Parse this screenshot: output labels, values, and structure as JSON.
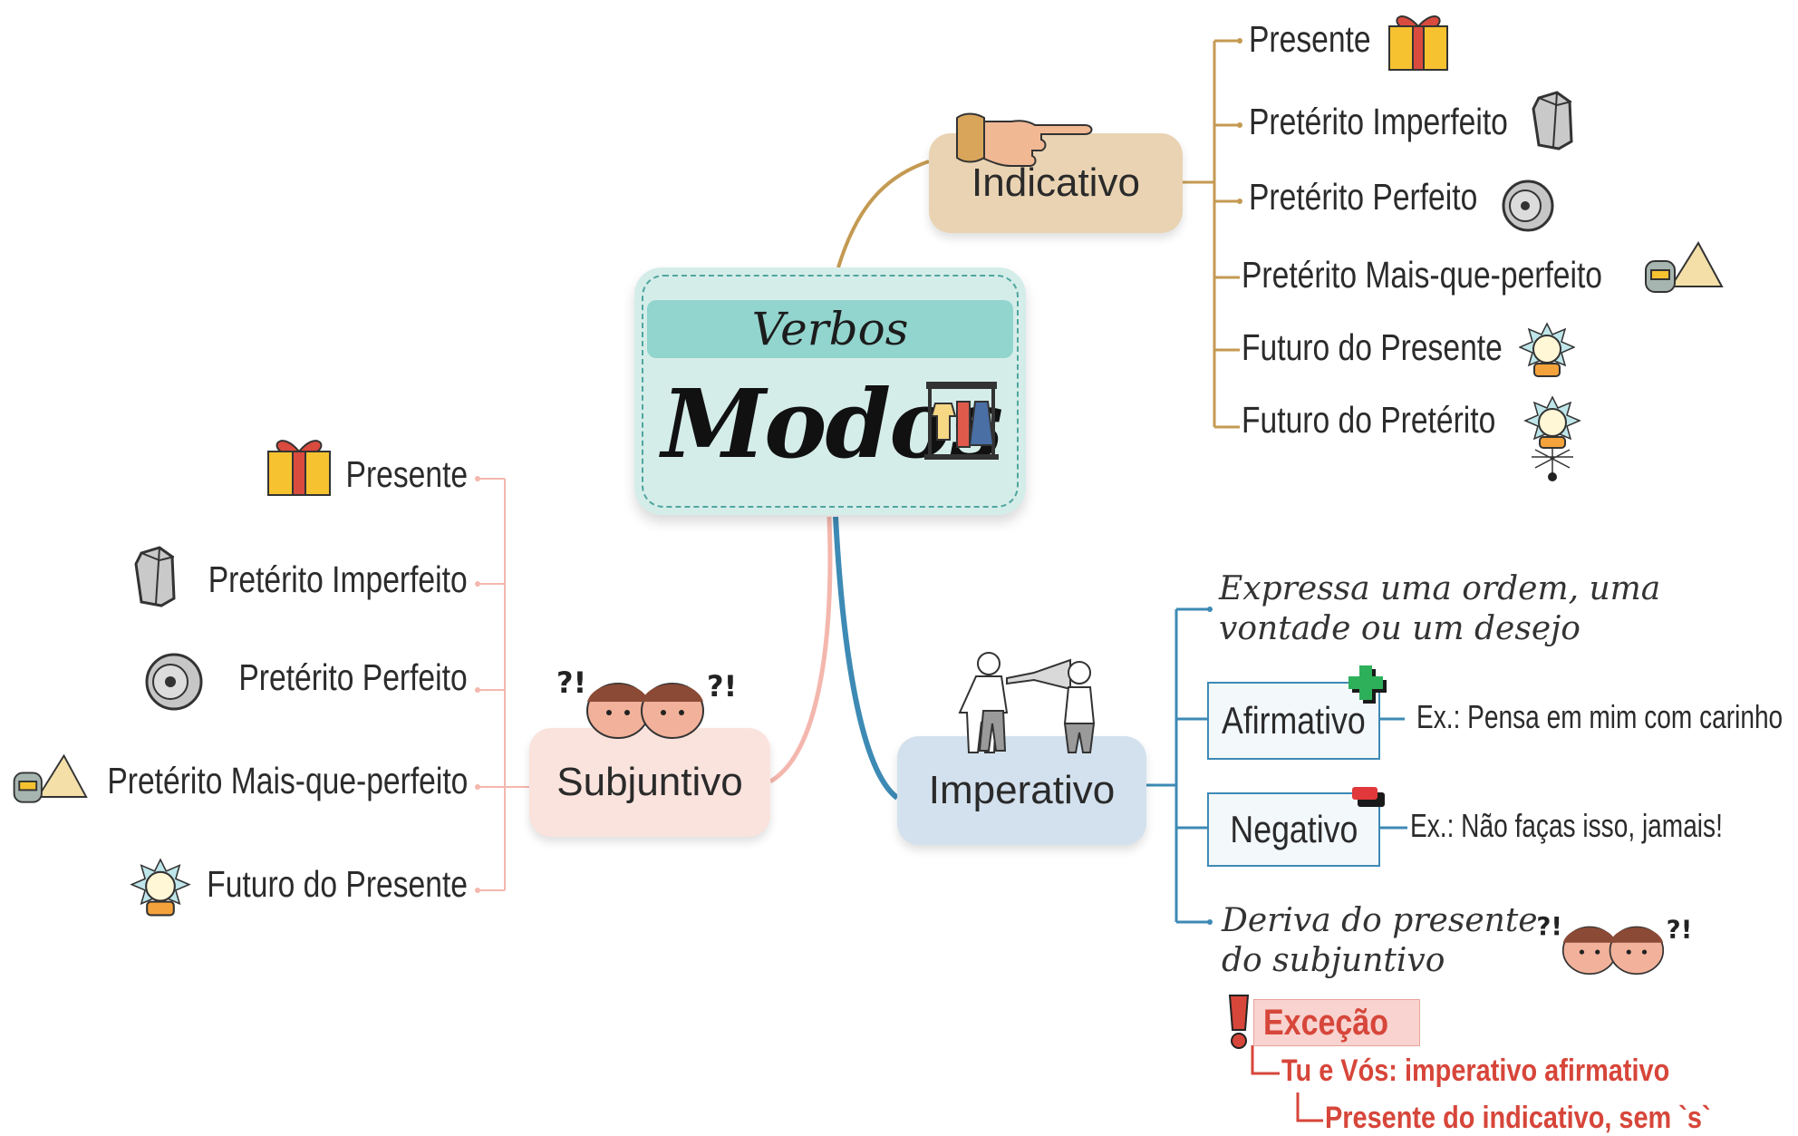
{
  "center": {
    "title_small": "Verbos",
    "title_big": "Modos",
    "icon": "clothes-rack-icon"
  },
  "indicativo": {
    "label": "Indicativo",
    "icon": "pointing-hand-icon",
    "items": [
      {
        "label": "Presente",
        "icon": "gift-icon"
      },
      {
        "label": "Pretérito Imperfeito",
        "icon": "stone-icon"
      },
      {
        "label": "Pretérito Perfeito",
        "icon": "coin-icon"
      },
      {
        "label": "Pretérito Mais-que-perfeito",
        "icon": "pyramid-robot-icon"
      },
      {
        "label": "Futuro do Presente",
        "icon": "crystal-ball-icon"
      },
      {
        "label": "Futuro do Pretérito",
        "icon": "crystal-ball-web-icon"
      }
    ]
  },
  "subjuntivo": {
    "label": "Subjuntivo",
    "icon": "confused-faces-icon",
    "items": [
      {
        "label": "Presente",
        "icon": "gift-icon"
      },
      {
        "label": "Pretérito Imperfeito",
        "icon": "stone-icon"
      },
      {
        "label": "Pretérito Perfeito",
        "icon": "coin-icon"
      },
      {
        "label": "Pretérito Mais-que-perfeito",
        "icon": "pyramid-robot-icon"
      },
      {
        "label": "Futuro do Presente",
        "icon": "crystal-ball-icon"
      }
    ]
  },
  "imperativo": {
    "label": "Imperativo",
    "icon": "megaphone-people-icon",
    "expressa_line1": "Expressa uma ordem, uma",
    "expressa_line2": "vontade ou um desejo",
    "afirmativo": {
      "label": "Afirmativo",
      "example": "Ex.: Pensa em mim com carinho"
    },
    "negativo": {
      "label": "Negativo",
      "example": "Ex.: Não faças isso, jamais!"
    },
    "deriva_line1": "Deriva do presente",
    "deriva_line2": "do subjuntivo",
    "excecao": {
      "label": "Exceção",
      "line1": "Tu e Vós: imperativo afirmativo",
      "line2": "Presente do indicativo, sem `s`"
    }
  },
  "colors": {
    "indicativo": "#c49a52",
    "indicativo_bg": "#e9d3b2",
    "subjuntivo": "#f4b7ad",
    "subjuntivo_bg": "#fbe3dd",
    "imperativo": "#3d8ab5",
    "imperativo_bg": "#d3e1ee",
    "center_bg": "#d5ede9",
    "center_band": "#92d4ce",
    "exception": "#d7463a"
  }
}
